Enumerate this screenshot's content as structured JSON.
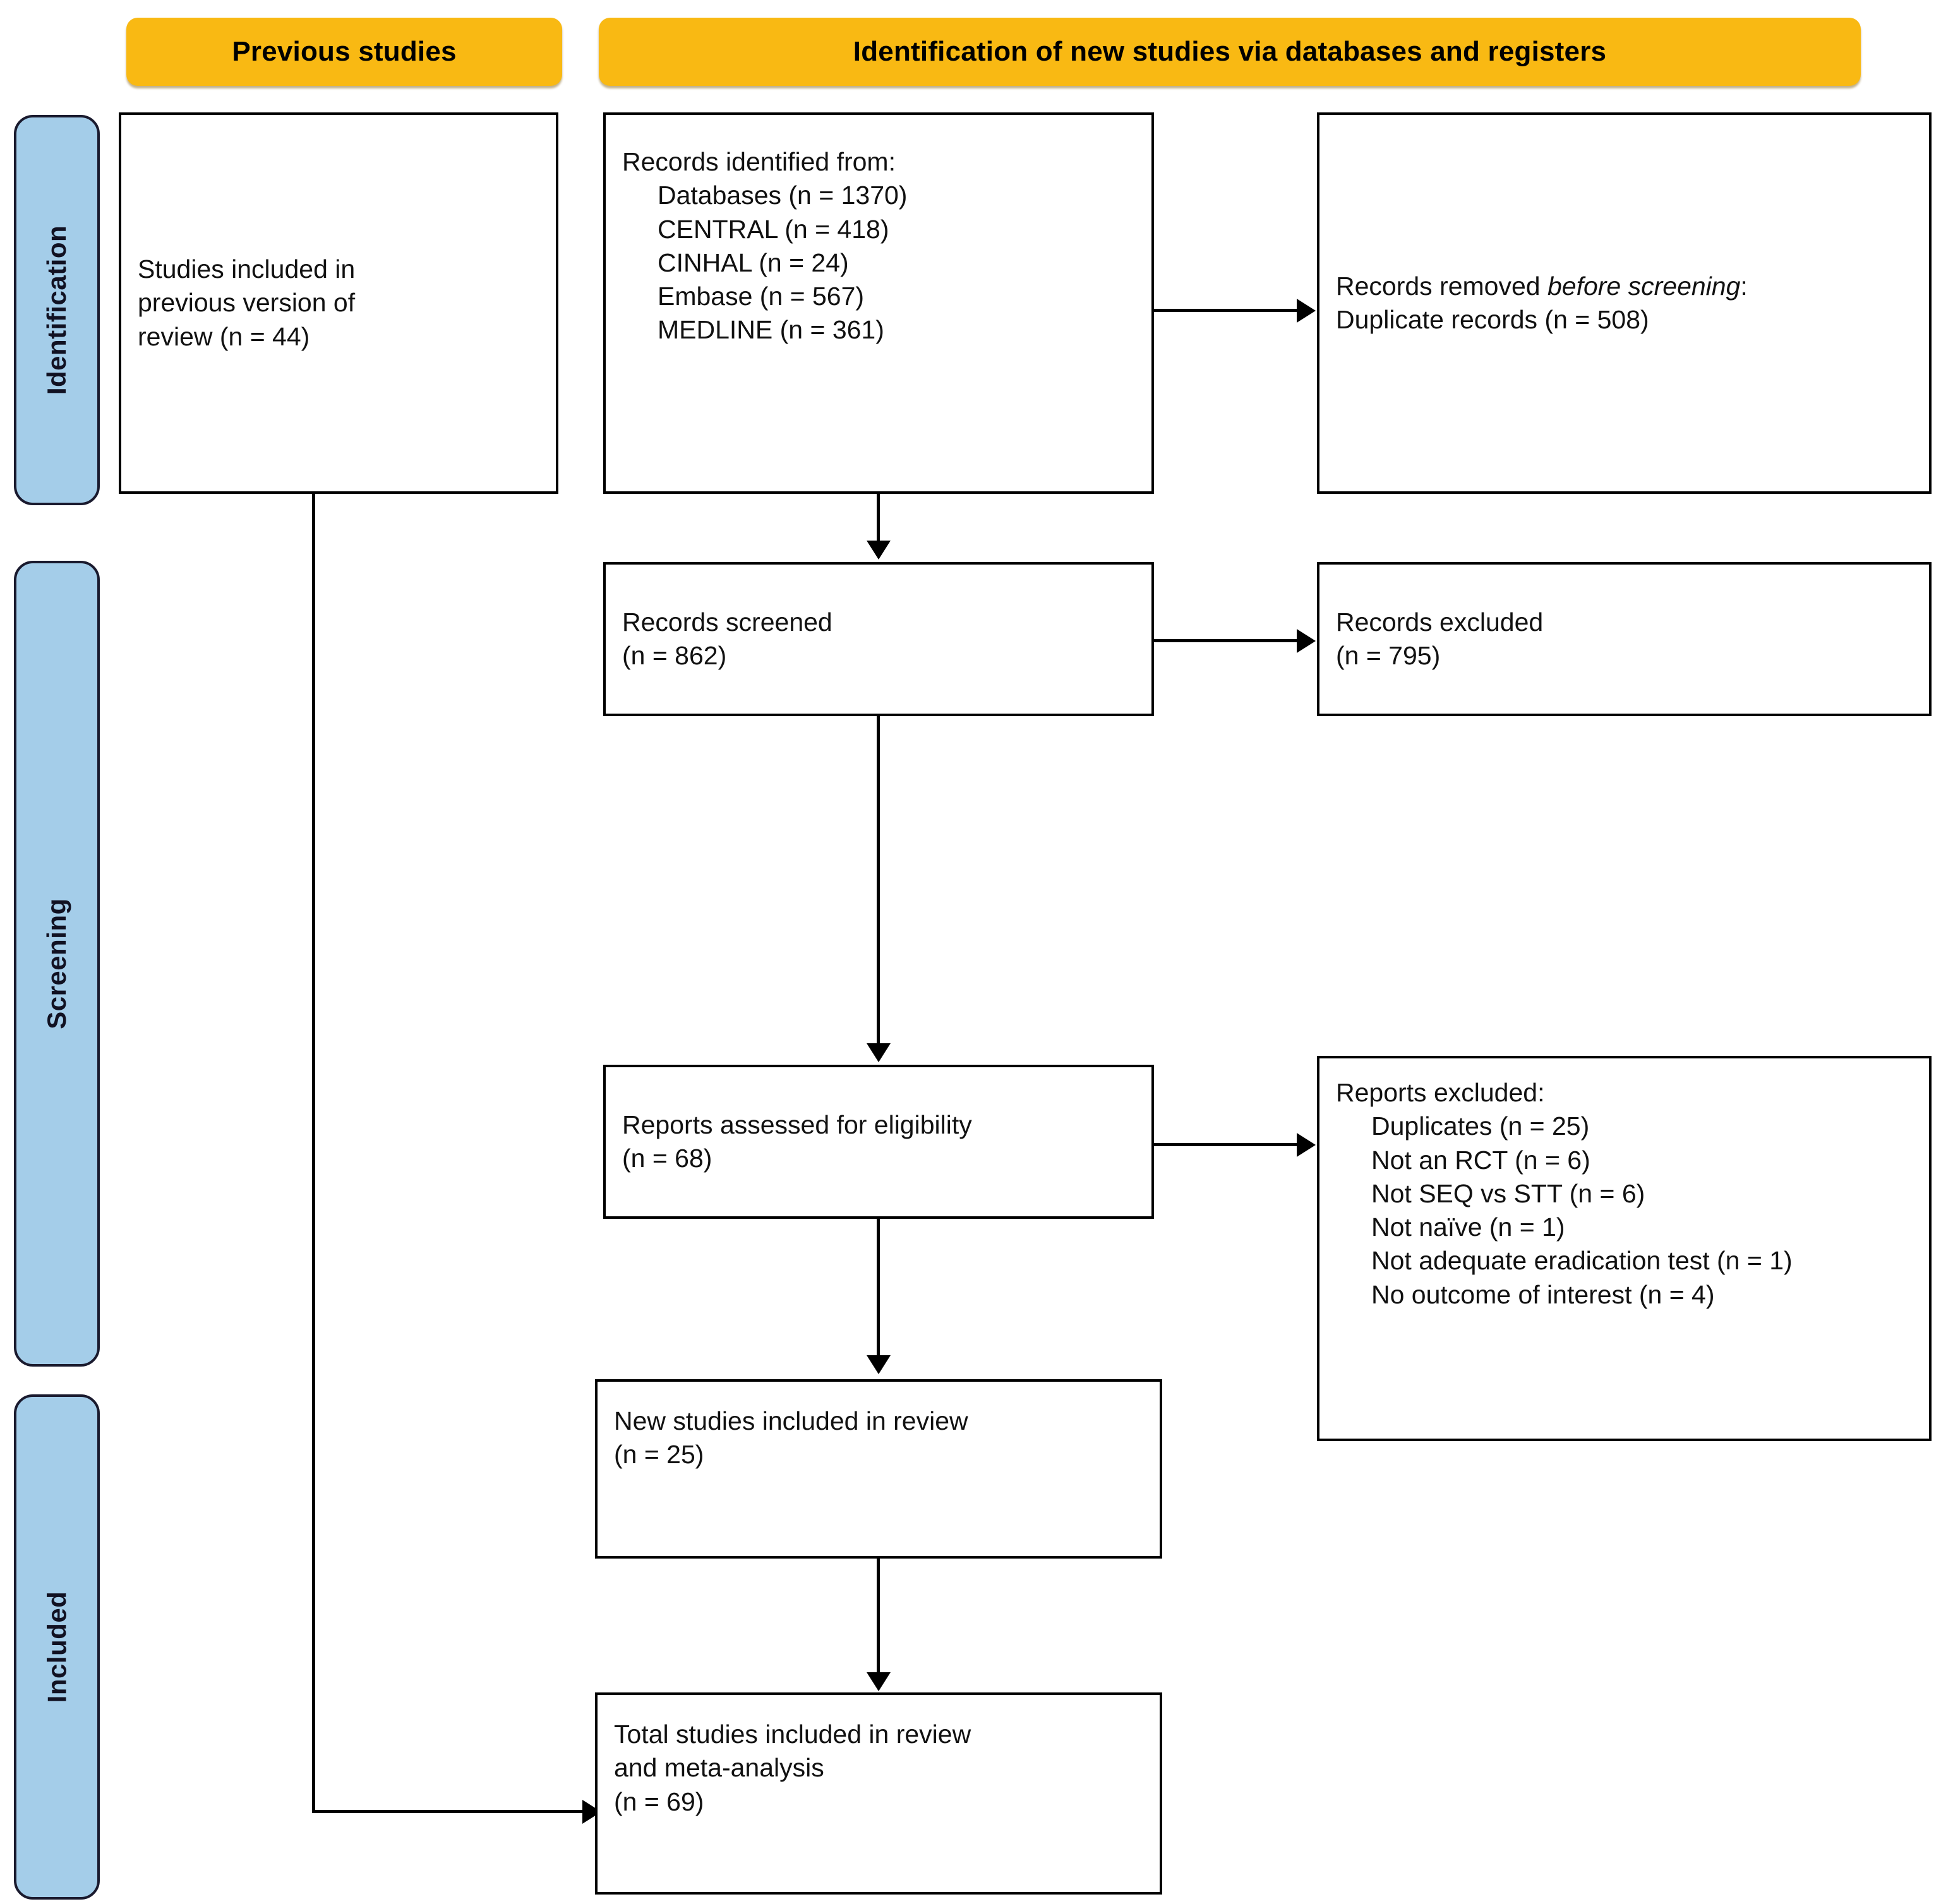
{
  "diagram": {
    "type": "PRISMA flow diagram",
    "headers": [
      {
        "id": "previous-studies",
        "label": "Previous studies"
      },
      {
        "id": "identification-new",
        "label": "Identification of new studies via databases and registers"
      }
    ],
    "stages": [
      {
        "id": "identification",
        "label": "Identification"
      },
      {
        "id": "screening",
        "label": "Screening"
      },
      {
        "id": "included",
        "label": "Included"
      }
    ],
    "boxes": {
      "previous_version": {
        "title": "Studies included in previous version of review",
        "lines": [
          "Studies included in",
          "previous version of",
          "review (n = 44)"
        ],
        "n": 44
      },
      "records_identified": {
        "heading": "Records identified from:",
        "sources": [
          {
            "label": "Databases",
            "n": 1370,
            "text": "Databases (n = 1370)"
          },
          {
            "label": "CENTRAL",
            "n": 418,
            "text": "CENTRAL (n = 418)"
          },
          {
            "label": "CINHAL",
            "n": 24,
            "text": "CINHAL (n = 24)"
          },
          {
            "label": "Embase",
            "n": 567,
            "text": "Embase (n = 567)"
          },
          {
            "label": "MEDLINE",
            "n": 361,
            "text": "MEDLINE (n = 361)"
          }
        ]
      },
      "records_removed": {
        "heading_plain": "Records removed ",
        "heading_italic": "before screening",
        "heading_colon": ":",
        "detail": "Duplicate records (n = 508)",
        "n": 508
      },
      "records_screened": {
        "label": "Records screened",
        "count_text": "(n = 862)",
        "n": 862
      },
      "records_excluded": {
        "label": "Records excluded",
        "count_text": "(n = 795)",
        "n": 795
      },
      "reports_assessed": {
        "label": "Reports assessed for eligibility",
        "count_text": "(n = 68)",
        "n": 68
      },
      "reports_excluded": {
        "heading": "Reports excluded:",
        "reasons": [
          {
            "label": "Duplicates",
            "n": 25,
            "text": "Duplicates (n = 25)"
          },
          {
            "label": "Not an RCT",
            "n": 6,
            "text": "Not an RCT (n = 6)"
          },
          {
            "label": "Not SEQ vs STT",
            "n": 6,
            "text": "Not SEQ vs STT (n = 6)"
          },
          {
            "label": "Not naïve",
            "n": 1,
            "text": "Not naïve (n = 1)"
          },
          {
            "label": "Not adequate eradication test",
            "n": 1,
            "text": "Not adequate eradication test (n = 1)"
          },
          {
            "label": "No outcome of interest",
            "n": 4,
            "text": "No outcome of interest (n = 4)"
          }
        ]
      },
      "new_studies_included": {
        "label": "New studies included in review",
        "count_text": "(n = 25)",
        "n": 25
      },
      "total_included": {
        "line1": "Total studies included in review",
        "line2": "and meta-analysis",
        "count_text": "(n = 69)",
        "n": 69
      }
    },
    "colors": {
      "header_gold": "#F9B913",
      "stage_blue": "#A4CDE9",
      "box_border": "#000000",
      "text": "#111111"
    }
  }
}
